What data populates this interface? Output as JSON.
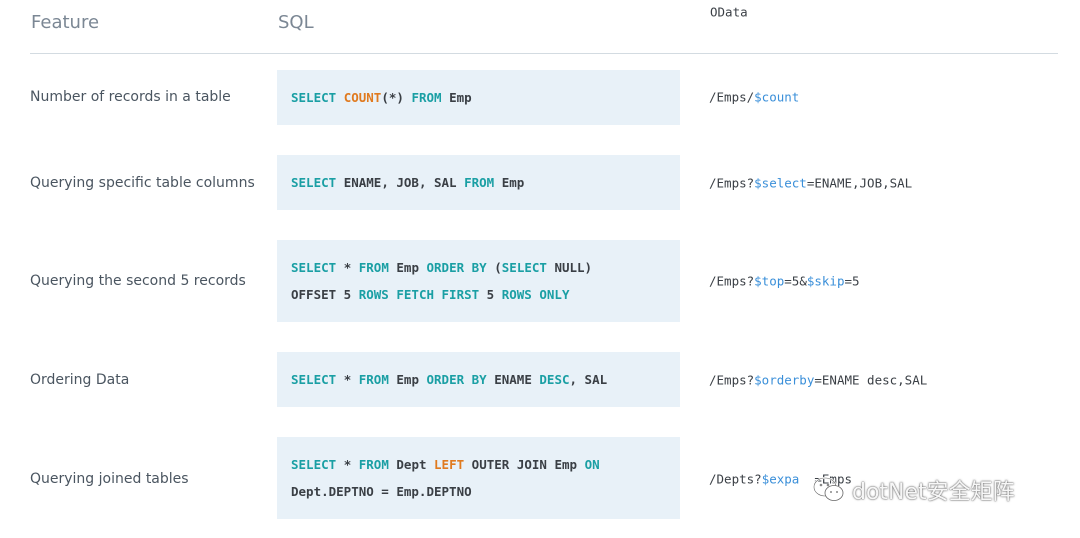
{
  "headers": {
    "feature": "Feature",
    "sql": "SQL",
    "odata": "OData"
  },
  "rows": [
    {
      "feature": "Number of records in a table",
      "sql": [
        [
          [
            "kw",
            "SELECT "
          ],
          [
            "fn",
            "COUNT"
          ],
          [
            "txt",
            "(*) "
          ],
          [
            "kw",
            "FROM "
          ],
          [
            "txt",
            "Emp"
          ]
        ]
      ],
      "odata": [
        [
          "txt",
          "/Emps/"
        ],
        [
          "var",
          "$count"
        ]
      ]
    },
    {
      "feature": "Querying specific table columns",
      "sql": [
        [
          [
            "kw",
            "SELECT "
          ],
          [
            "txt",
            "ENAME, JOB, SAL "
          ],
          [
            "kw",
            "FROM "
          ],
          [
            "txt",
            "Emp"
          ]
        ]
      ],
      "odata": [
        [
          "txt",
          "/Emps?"
        ],
        [
          "var",
          "$select"
        ],
        [
          "txt",
          "=ENAME,JOB,SAL"
        ]
      ]
    },
    {
      "feature": "Querying the second 5 records",
      "sql": [
        [
          [
            "kw",
            "SELECT "
          ],
          [
            "txt",
            "* "
          ],
          [
            "kw",
            "FROM "
          ],
          [
            "txt",
            "Emp "
          ],
          [
            "kw",
            "ORDER BY "
          ],
          [
            "txt",
            "("
          ],
          [
            "kw",
            "SELECT "
          ],
          [
            "txt",
            "NULL)"
          ]
        ],
        [
          [
            "txt",
            "OFFSET 5 "
          ],
          [
            "kw",
            "ROWS FETCH FIRST "
          ],
          [
            "txt",
            "5 "
          ],
          [
            "kw",
            "ROWS ONLY"
          ]
        ]
      ],
      "odata": [
        [
          "txt",
          "/Emps?"
        ],
        [
          "var",
          "$top"
        ],
        [
          "txt",
          "=5&"
        ],
        [
          "var",
          "$skip"
        ],
        [
          "txt",
          "=5"
        ]
      ]
    },
    {
      "feature": "Ordering Data",
      "sql": [
        [
          [
            "kw",
            "SELECT "
          ],
          [
            "txt",
            "* "
          ],
          [
            "kw",
            "FROM "
          ],
          [
            "txt",
            "Emp "
          ],
          [
            "kw",
            "ORDER BY "
          ],
          [
            "txt",
            "ENAME "
          ],
          [
            "kw",
            "DESC"
          ],
          [
            "txt",
            ", SAL"
          ]
        ]
      ],
      "odata": [
        [
          "txt",
          "/Emps?"
        ],
        [
          "var",
          "$orderby"
        ],
        [
          "txt",
          "=ENAME desc,SAL"
        ]
      ]
    },
    {
      "feature": "Querying joined tables",
      "sql": [
        [
          [
            "kw",
            "SELECT "
          ],
          [
            "txt",
            "* "
          ],
          [
            "kw",
            "FROM "
          ],
          [
            "txt",
            "Dept "
          ],
          [
            "fn",
            "LEFT "
          ],
          [
            "txt",
            "OUTER JOIN Emp "
          ],
          [
            "kw",
            "ON"
          ]
        ],
        [
          [
            "txt",
            "Dept.DEPTNO = Emp.DEPTNO"
          ]
        ]
      ],
      "odata": [
        [
          "txt",
          "/Depts?"
        ],
        [
          "var",
          "$expa"
        ],
        [
          "txt",
          "  =Emps"
        ]
      ]
    }
  ],
  "watermark": {
    "text": "dotNet安全矩阵",
    "icon": "wechat-icon"
  },
  "colors": {
    "keyword": "#1a9fa4",
    "function": "#e07a1f",
    "odata_var": "#3a8fd9",
    "code_bg": "#e8f1f8"
  }
}
